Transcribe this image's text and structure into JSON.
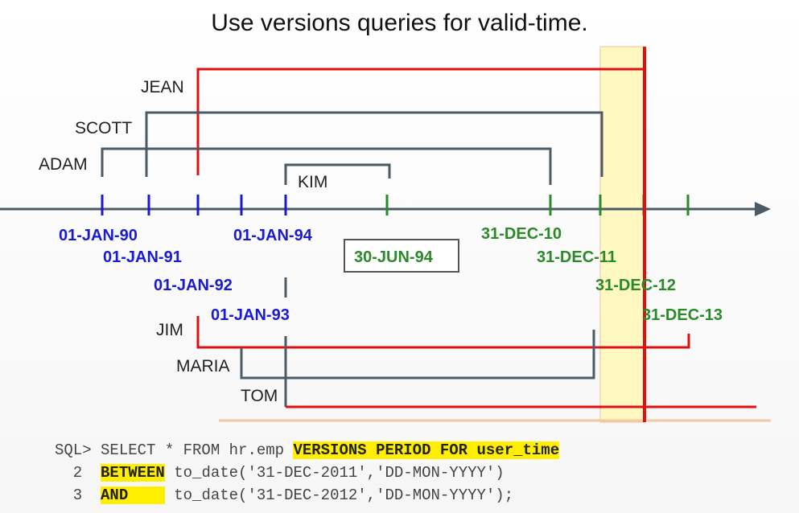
{
  "title": "Use versions queries for valid-time.",
  "employees": {
    "jean": "JEAN",
    "scott": "SCOTT",
    "adam": "ADAM",
    "kim": "KIM",
    "jim": "JIM",
    "maria": "MARIA",
    "tom": "TOM"
  },
  "dates": {
    "d90": "01-JAN-90",
    "d91": "01-JAN-91",
    "d92": "01-JAN-92",
    "d93": "01-JAN-93",
    "d94": "01-JAN-94",
    "jun94": "30-JUN-94",
    "dec10": "31-DEC-10",
    "dec11": "31-DEC-11",
    "dec12": "31-DEC-12",
    "dec13": "31-DEC-13"
  },
  "sql": {
    "l1_prompt": "SQL> SELECT * FROM hr.emp ",
    "l1_hl": "VERSIONS PERIOD FOR user_time",
    "l2_num": "  2  ",
    "l2_hl": "BETWEEN",
    "l2_rest": " to_date('31-DEC-2011','DD-MON-YYYY')",
    "l3_num": "  3  ",
    "l3_hl": "AND    ",
    "l3_rest": " to_date('31-DEC-2012','DD-MON-YYYY');"
  },
  "colors": {
    "axis": "#4a5a66",
    "blue": "#1a1ad6",
    "green": "#2a8a2a",
    "red": "#dd1111",
    "highlight_band": "#fff8c0",
    "sql_highlight": "#ffee00"
  }
}
